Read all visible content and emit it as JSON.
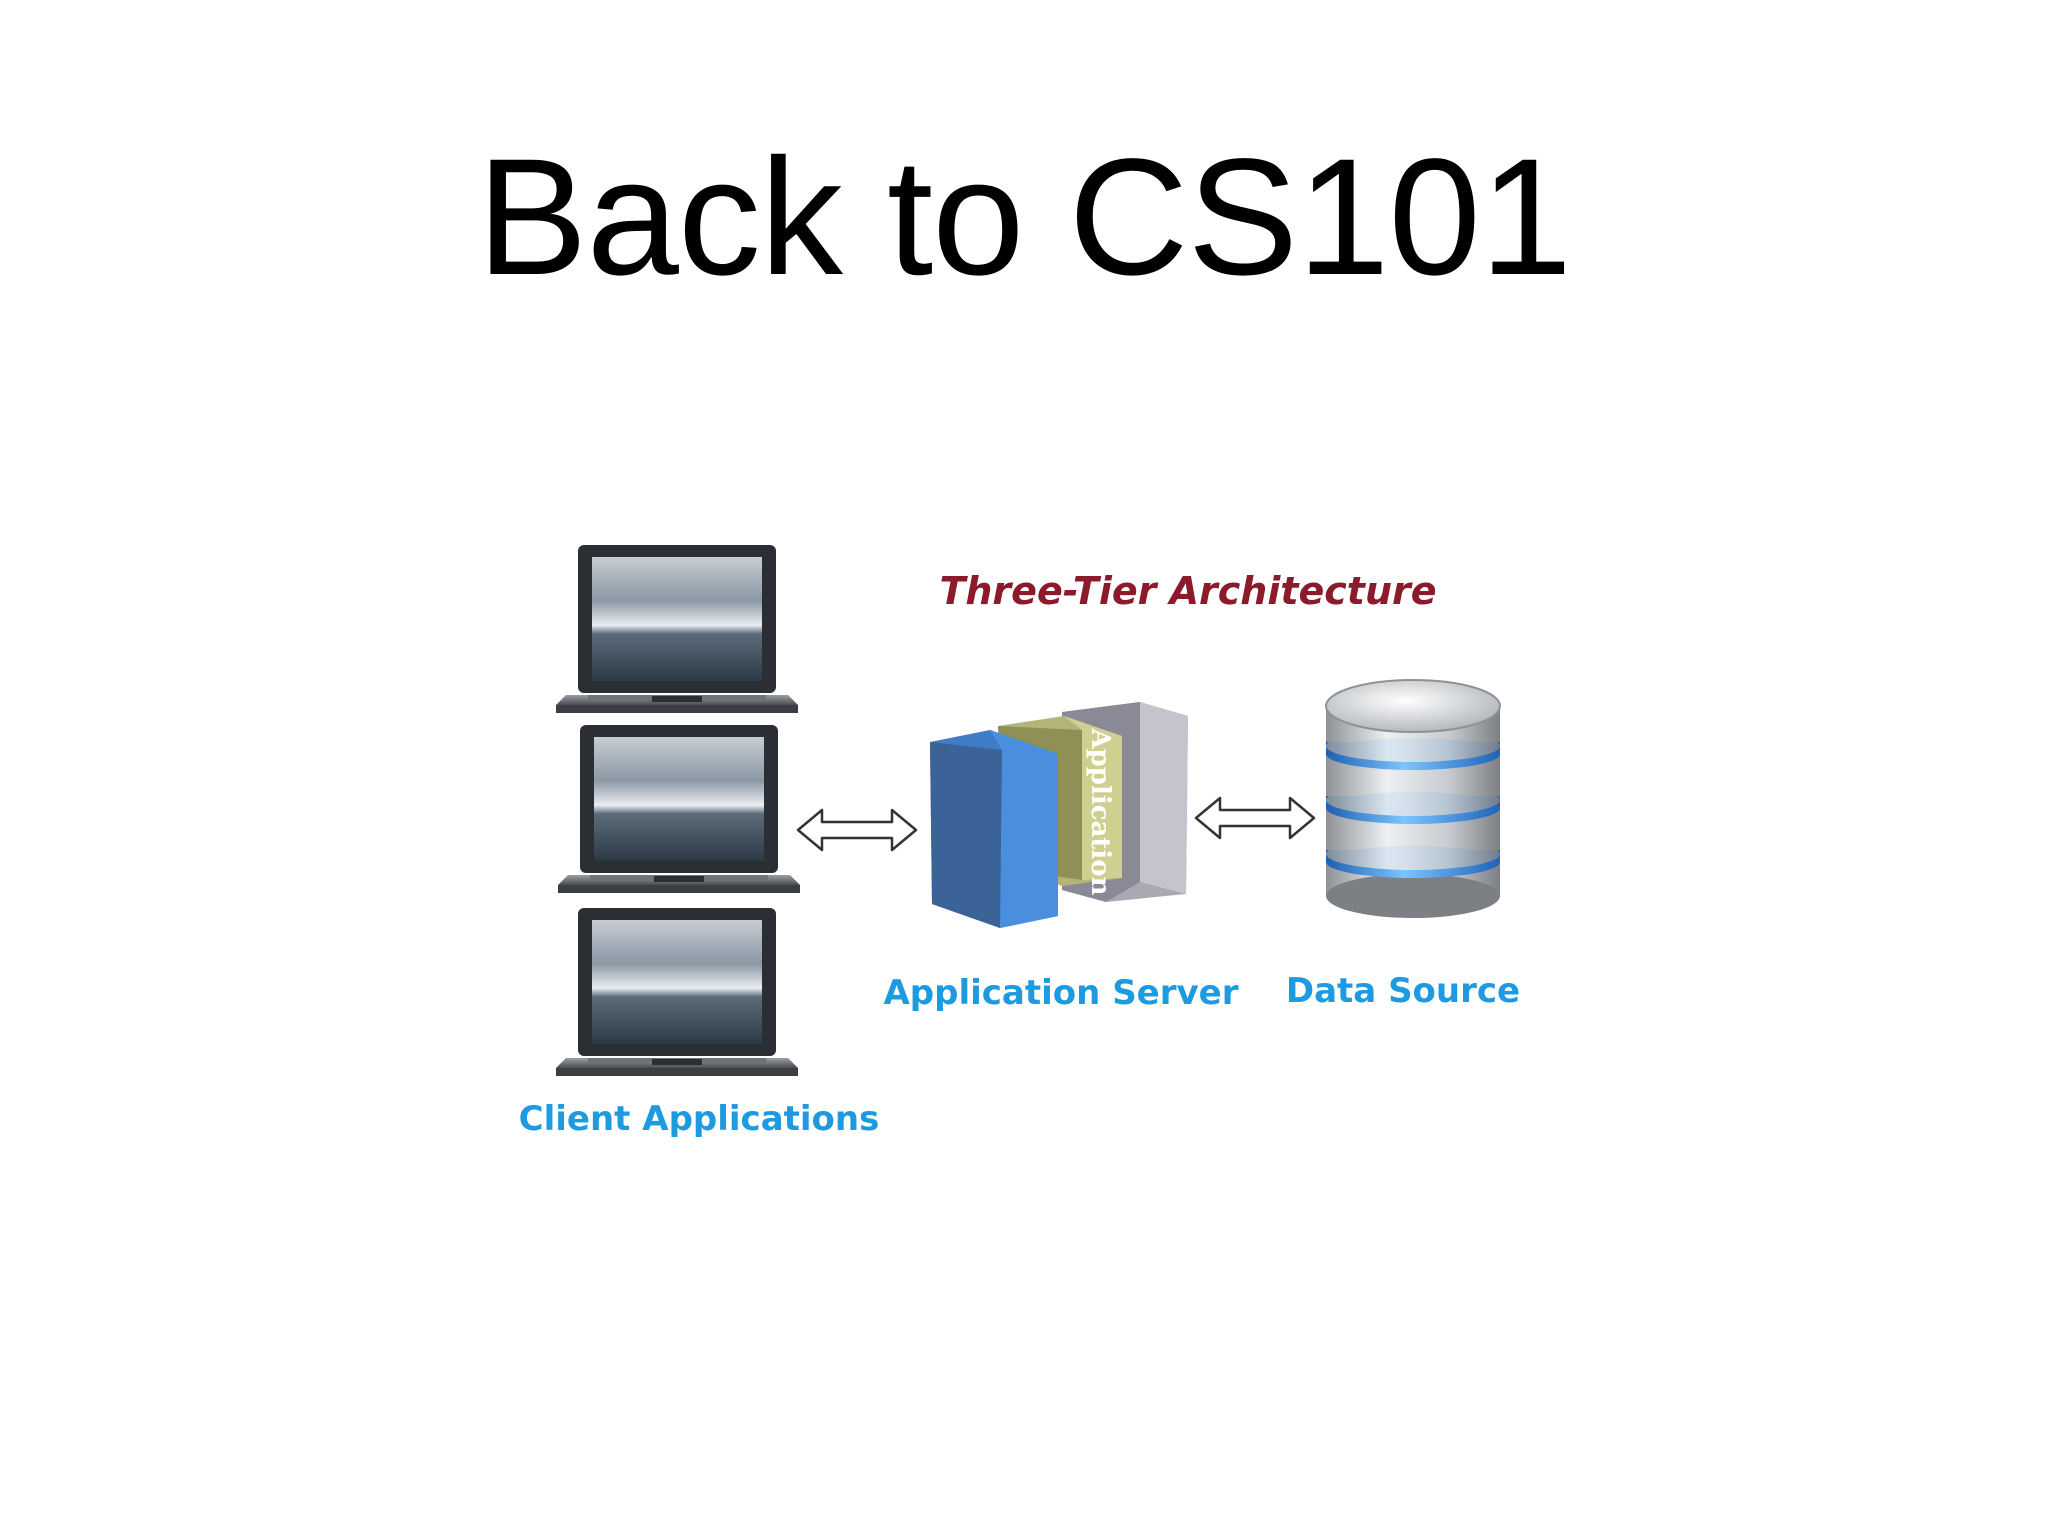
{
  "slide": {
    "title": "Back to CS101"
  },
  "diagram": {
    "title": "Three-Tier Architecture",
    "labels": {
      "clients": "Client Applications",
      "app_server": "Application Server",
      "data_source": "Data Source",
      "book_spine": "Application"
    },
    "colors": {
      "title": "#8b1a2b",
      "label": "#1e9ae0",
      "server_front": "#3f7dc6",
      "server_side": "#2f5f95",
      "book_green": "#b3b47a",
      "book_gray": "#a9a9b3",
      "db_blue": "#2e8ef0"
    }
  }
}
